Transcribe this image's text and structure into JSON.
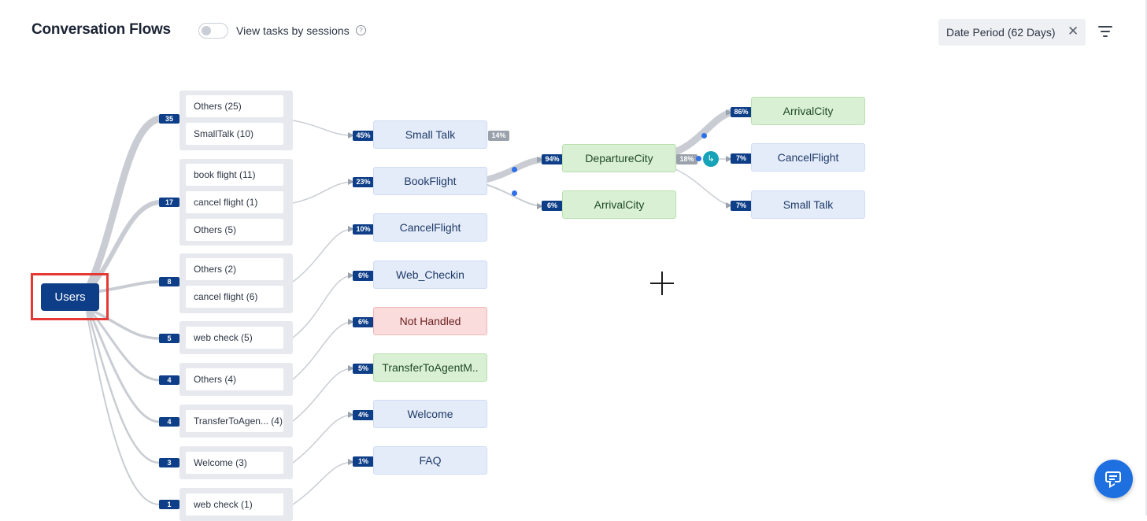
{
  "header": {
    "title": "Conversation Flows",
    "toggle_label": "View tasks by sessions",
    "help_icon": "question-circle-icon",
    "filter_chip_label": "Date Period (62 Days)",
    "filter_icon": "filter-lines-icon"
  },
  "root": {
    "label": "Users"
  },
  "groups": [
    {
      "count": "35",
      "intents": [
        "Others (25)",
        "SmallTalk (10)"
      ]
    },
    {
      "count": "17",
      "intents": [
        "book flight (11)",
        "cancel flight (1)",
        "Others (5)"
      ]
    },
    {
      "count": "8",
      "intents": [
        "Others (2)",
        "cancel flight (6)"
      ]
    },
    {
      "count": "5",
      "intents": [
        "web check (5)"
      ]
    },
    {
      "count": "4",
      "intents": [
        "Others (4)"
      ]
    },
    {
      "count": "4",
      "intents": [
        "TransferToAgen... (4)"
      ]
    },
    {
      "count": "3",
      "intents": [
        "Welcome (3)"
      ]
    },
    {
      "count": "1",
      "intents": [
        "web check (1)"
      ]
    }
  ],
  "tasks": [
    {
      "label": "Small Talk",
      "pct": "45%",
      "exit_pct": "14%",
      "color": "blue"
    },
    {
      "label": "BookFlight",
      "pct": "23%",
      "color": "blue"
    },
    {
      "label": "CancelFlight",
      "pct": "10%",
      "color": "blue"
    },
    {
      "label": "Web_Checkin",
      "pct": "6%",
      "color": "blue"
    },
    {
      "label": "Not Handled",
      "pct": "6%",
      "color": "red"
    },
    {
      "label": "TransferToAgentM..",
      "pct": "5%",
      "color": "green"
    },
    {
      "label": "Welcome",
      "pct": "4%",
      "color": "blue"
    },
    {
      "label": "FAQ",
      "pct": "1%",
      "color": "blue"
    }
  ],
  "level2": [
    {
      "label": "DepartureCity",
      "pct": "94%",
      "exit_pct": "18%",
      "color": "green"
    },
    {
      "label": "ArrivalCity",
      "pct": "6%",
      "color": "green"
    }
  ],
  "level3": [
    {
      "label": "ArrivalCity",
      "pct": "86%",
      "color": "green"
    },
    {
      "label": "CancelFlight",
      "pct": "7%",
      "color": "blue"
    },
    {
      "label": "Small Talk",
      "pct": "7%",
      "color": "blue"
    }
  ],
  "colors": {
    "primary": "#0d3e87",
    "link": "#c9cdd3",
    "highlight": "#e53935",
    "node_blue": "#e4ecfa",
    "node_green": "#d9f0d4",
    "node_red": "#fbdcdc",
    "dropoff": "#16a3b8",
    "fab": "#1e6fe0"
  },
  "fab": {
    "icon": "chat-bubble-icon"
  }
}
